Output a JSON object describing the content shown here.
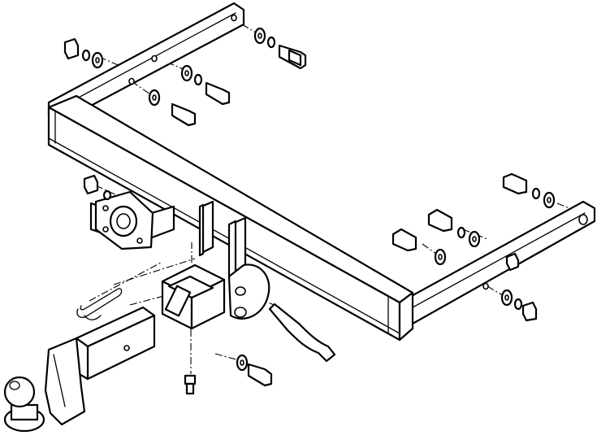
{
  "diagram": {
    "kind": "exploded-view assembly drawing",
    "line_color": "#000000",
    "background": "#ffffff",
    "parts": [
      "crossbeam",
      "left-side-bracket",
      "right-side-bracket",
      "receiver-housing",
      "electrical-socket-plate",
      "removable-drawbar",
      "tow-ball",
      "locking-pin",
      "spring-clip",
      "safety-chain-loop"
    ]
  }
}
